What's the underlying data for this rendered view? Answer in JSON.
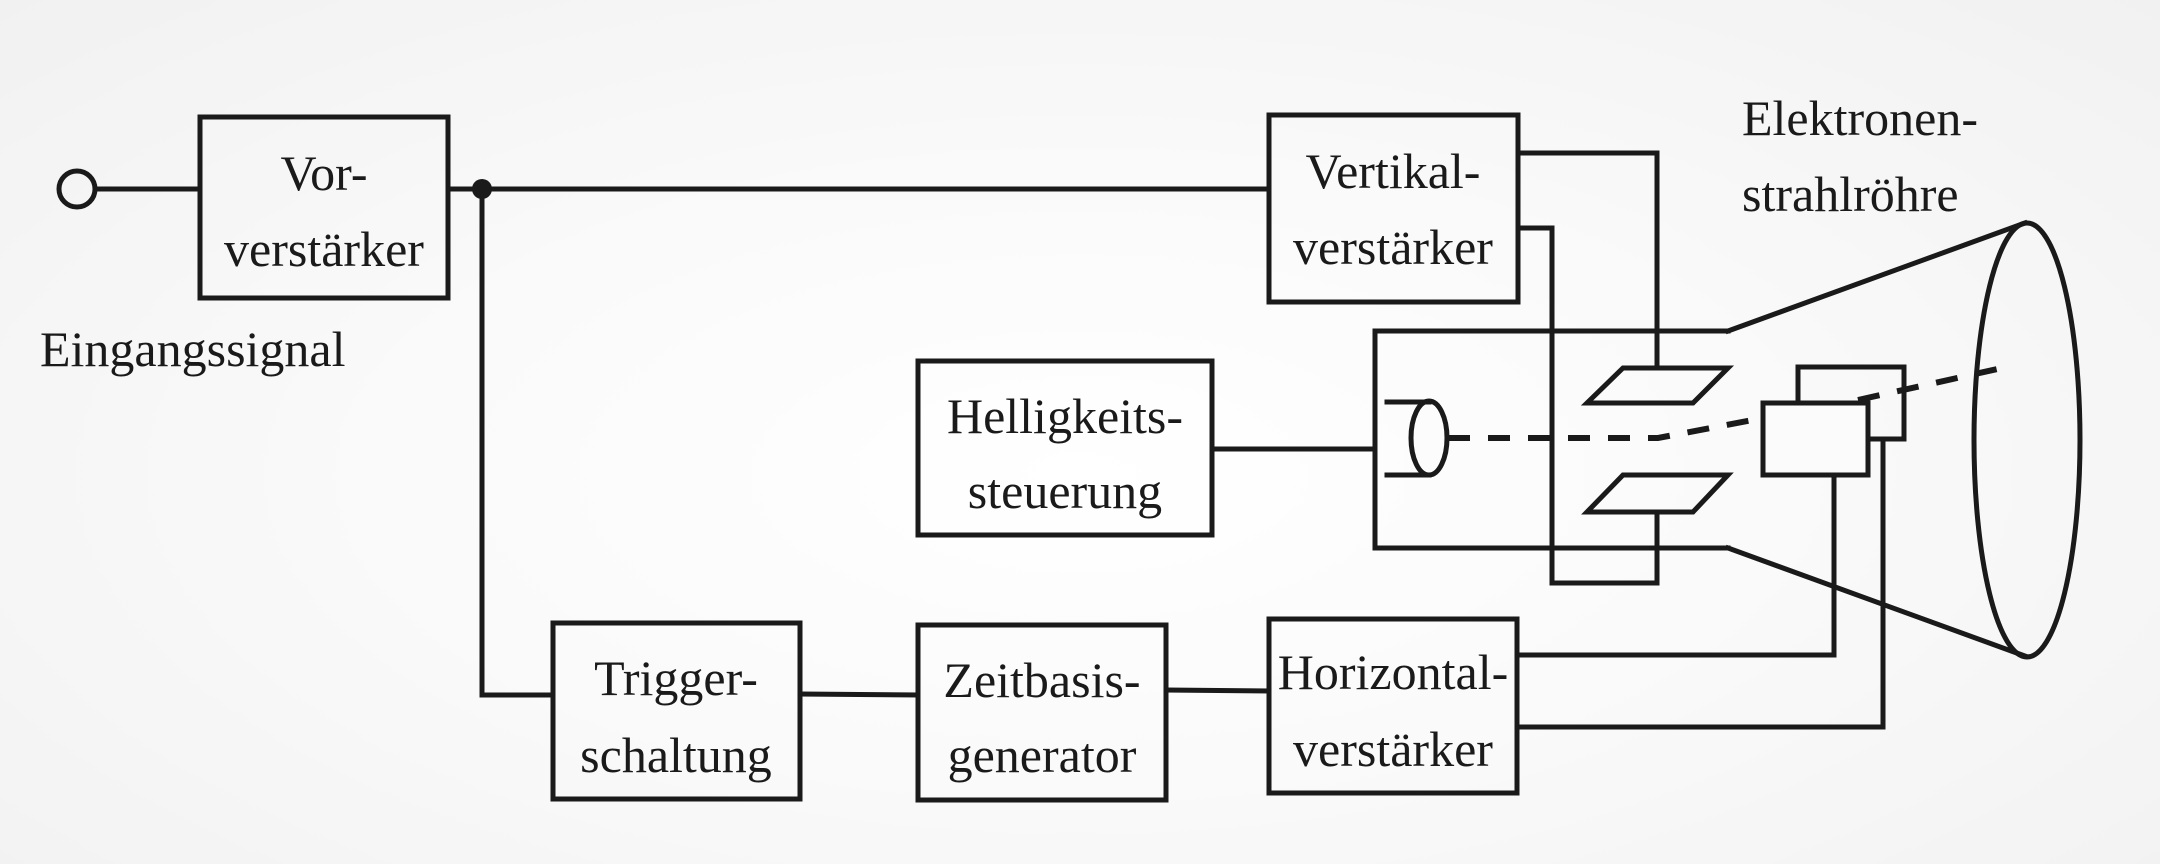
{
  "diagram": {
    "title": "Blockschaltbild Oszilloskop",
    "input_label": "Eingangssignal",
    "tube_label": [
      "Elektronen-",
      "strahlröhre"
    ],
    "blocks": {
      "preamp": [
        "Vor-",
        "verstärker"
      ],
      "vertical_amp": [
        "Vertikal-",
        "verstärker"
      ],
      "brightness": [
        "Helligkeits-",
        "steuerung"
      ],
      "trigger": [
        "Trigger-",
        "schaltung"
      ],
      "timebase": [
        "Zeitbasis-",
        "generator"
      ],
      "horizontal_amp": [
        "Horizontal-",
        "verstärker"
      ]
    },
    "connections": [
      {
        "from": "Eingangssignal",
        "to": "Vorverstärker"
      },
      {
        "from": "Vorverstärker",
        "to": "Vertikalverstärker"
      },
      {
        "from": "Vorverstärker",
        "to": "Triggerschaltung"
      },
      {
        "from": "Triggerschaltung",
        "to": "Zeitbasisgenerator"
      },
      {
        "from": "Zeitbasisgenerator",
        "to": "Horizontalverstärker"
      },
      {
        "from": "Vertikalverstärker",
        "to": "Vertikalablenkplatten"
      },
      {
        "from": "Horizontalverstärker",
        "to": "Horizontalablenkplatten"
      },
      {
        "from": "Helligkeitssteuerung",
        "to": "Elektronenstrahlröhre"
      }
    ]
  }
}
